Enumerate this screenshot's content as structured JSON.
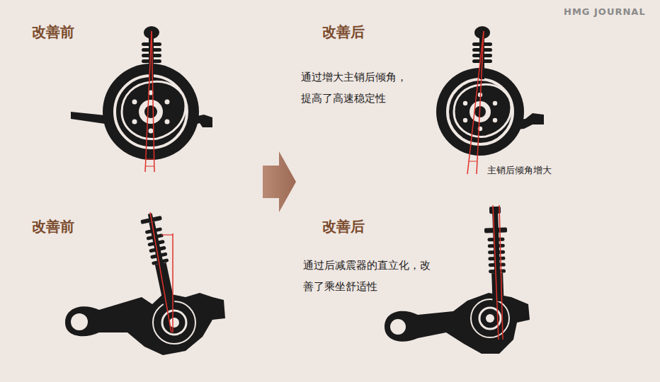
{
  "diagram": {
    "labels": [
      "HMG JOURNAL",
      "改善前",
      "改善后",
      "通过增大主销后倾角， 提高了高速稳定性",
      "主销后倾角增大",
      "改善前",
      "改善后",
      "通过后减震器的直立化，改 善了乘坐舒适性"
    ]
  }
}
